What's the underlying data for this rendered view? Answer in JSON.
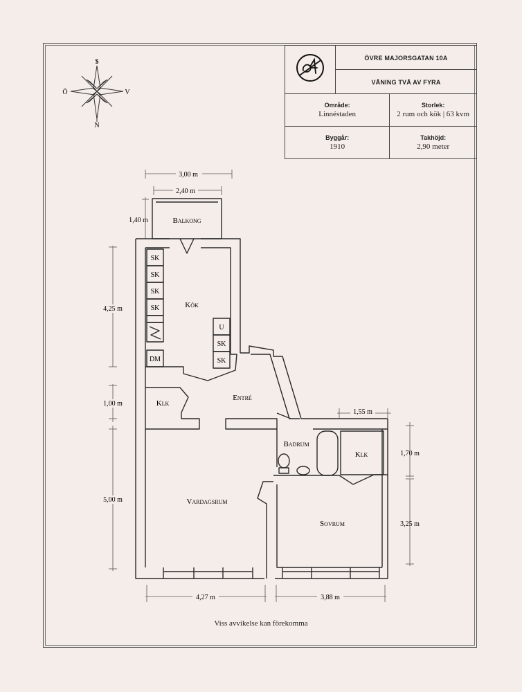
{
  "header": {
    "address": "ÖVRE MAJORSGATAN 10A",
    "floor": "VÅNING TVÅ AV FYRA",
    "area_label": "Område:",
    "area_value": "Linnéstaden",
    "size_label": "Storlek:",
    "size_value": "2 rum och kök | 63 kvm",
    "year_label": "Byggår:",
    "year_value": "1910",
    "ceiling_label": "Takhöjd:",
    "ceiling_value": "2,90 meter"
  },
  "compass": {
    "n": "N",
    "s": "S",
    "e": "Ö",
    "w": "V"
  },
  "rooms": {
    "balcony": "Balkong",
    "kitchen": "Kök",
    "hall": "Entré",
    "closet_left": "Klk",
    "bathroom": "Badrum",
    "closet_right": "Klk",
    "living": "Vardagsrum",
    "bedroom": "Sovrum"
  },
  "fixtures": {
    "cabinets_left": [
      "SK",
      "SK",
      "SK",
      "SK"
    ],
    "dishwasher": "DM",
    "cabinets_right": [
      "U",
      "SK",
      "SK"
    ]
  },
  "dimensions": {
    "top_outer": "3,00 m",
    "top_inner": "2,40 m",
    "balcony_depth": "1,40 m",
    "kitchen_depth": "4,25 m",
    "hall_depth": "1,00 m",
    "living_depth": "5,00 m",
    "bottom_left": "4,27 m",
    "bottom_right": "3,88 m",
    "closet_width": "1,55 m",
    "closet_depth": "1,70 m",
    "bedroom_depth": "3,25 m"
  },
  "footer_note": "Viss avvikelse kan förekomma"
}
